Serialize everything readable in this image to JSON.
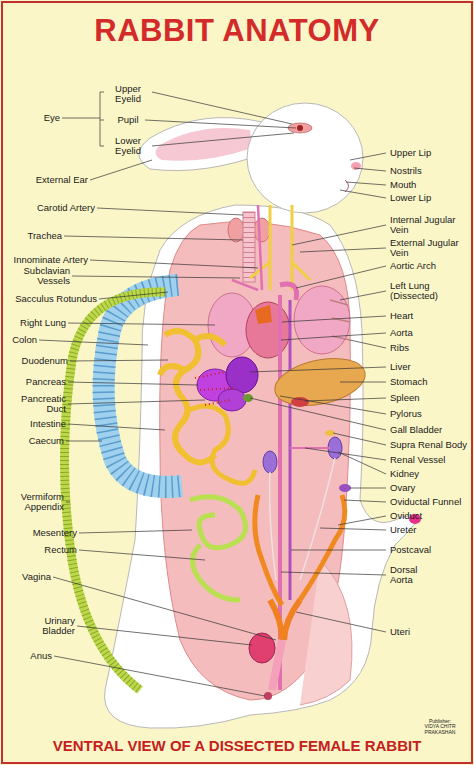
{
  "diagram": {
    "title": "RABBIT ANATOMY",
    "caption": "VENTRAL VIEW OF A DISSECTED FEMALE RABBIT",
    "labels": [
      "Upper Eyelid",
      "Pupil",
      "Lower Eyelid",
      "Eye",
      "External Ear",
      "Carotid Artery",
      "Trachea",
      "Innominate Artery",
      "Subclavian Vessels",
      "Sacculus Rotundus",
      "Right Lung",
      "Colon",
      "Duodenum",
      "Pancreas",
      "Pancreatic Duct",
      "Intestine",
      "Caecum",
      "Vermiform Appendix",
      "Mesentery",
      "Rectum",
      "Vagina",
      "Urinary Bladder",
      "Anus",
      "Upper Lip",
      "Nostrils",
      "Mouth",
      "Lower Lip",
      "Internal Jugular Vein",
      "External Jugular Vein",
      "Aortic Arch",
      "Left Lung (Dissected)",
      "Heart",
      "Aorta",
      "Ribs",
      "Liver",
      "Stomach",
      "Spleen",
      "Pylorus",
      "Gall Bladder",
      "Supra Renal Body",
      "Renal Vessel",
      "Kidney",
      "Ovary",
      "Oviductal Funnel",
      "Oviduct",
      "Ureter",
      "Postcaval",
      "Dorsal Aorta",
      "Uteri",
      "Publisher:",
      "VIDYA CHITR PRAKASHAN"
    ]
  }
}
